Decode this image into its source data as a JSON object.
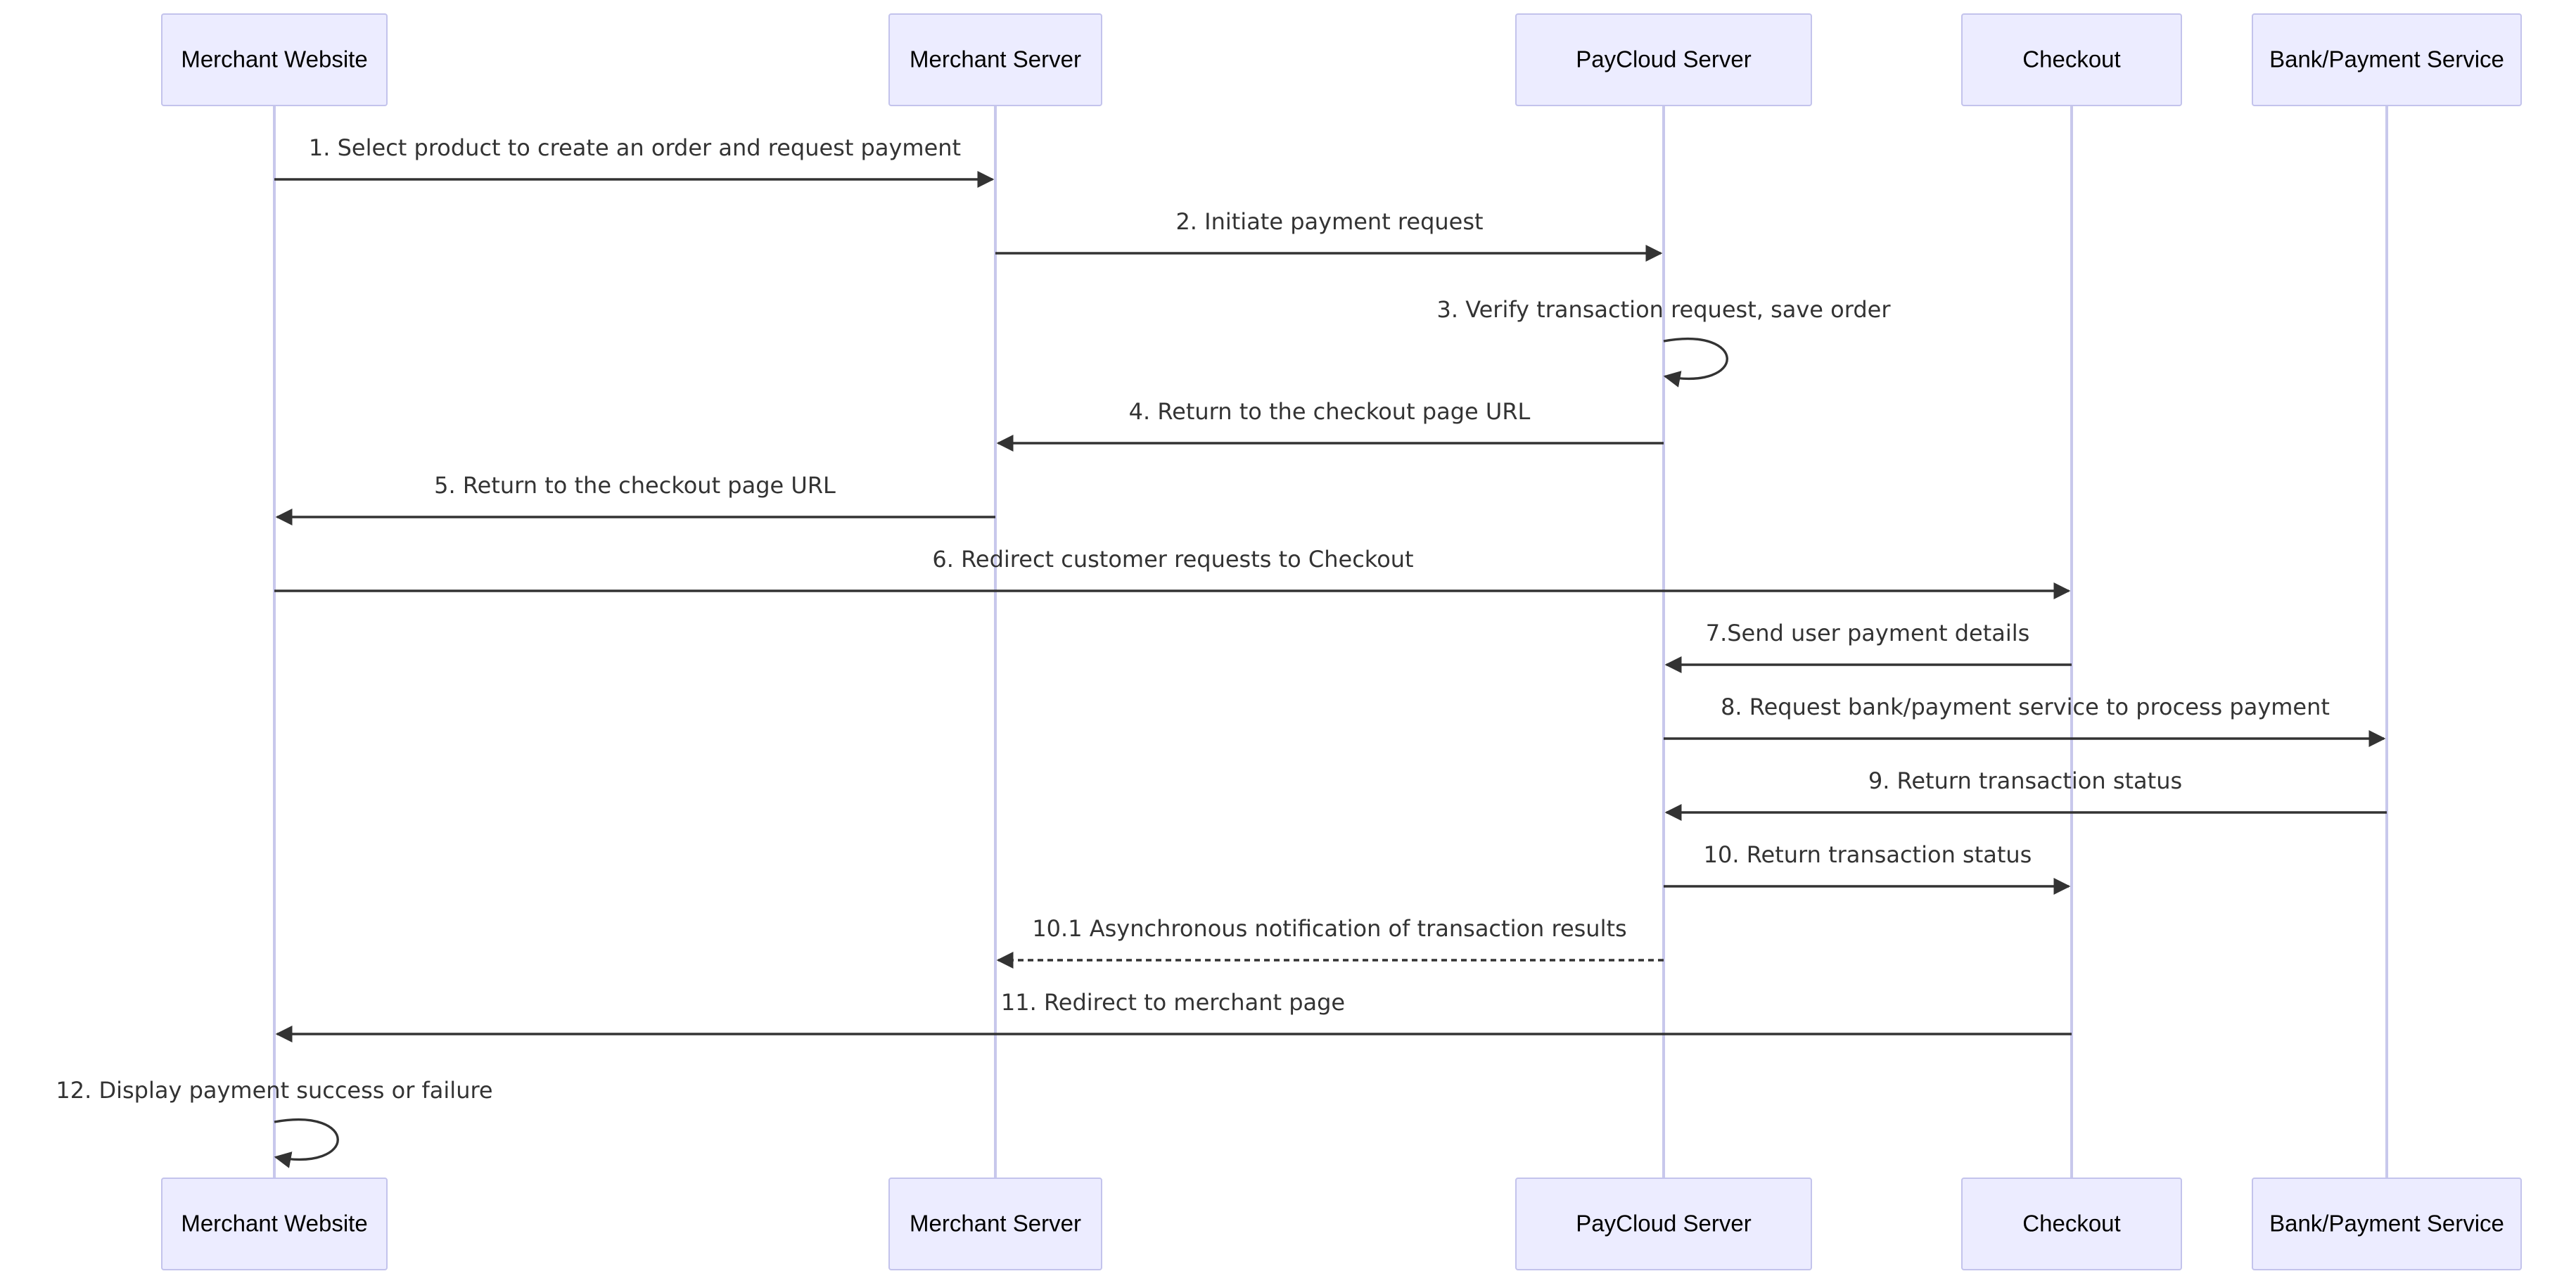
{
  "diagram": {
    "type": "sequence",
    "participants": [
      {
        "id": "merchant-website",
        "label": "Merchant Website"
      },
      {
        "id": "merchant-server",
        "label": "Merchant Server"
      },
      {
        "id": "paycloud-server",
        "label": "PayCloud Server"
      },
      {
        "id": "checkout",
        "label": "Checkout"
      },
      {
        "id": "bank",
        "label": "Bank/Payment Service"
      }
    ],
    "messages": [
      {
        "from": 0,
        "to": 1,
        "label": "1. Select product to create an order and request payment",
        "style": "solid"
      },
      {
        "from": 1,
        "to": 2,
        "label": "2. Initiate payment request",
        "style": "solid"
      },
      {
        "from": 2,
        "to": 2,
        "label": "3. Verify transaction request, save order",
        "style": "solid"
      },
      {
        "from": 2,
        "to": 1,
        "label": "4. Return to the checkout page URL",
        "style": "solid"
      },
      {
        "from": 1,
        "to": 0,
        "label": "5. Return to the checkout page URL",
        "style": "solid"
      },
      {
        "from": 0,
        "to": 3,
        "label": "6. Redirect customer requests to Checkout",
        "style": "solid"
      },
      {
        "from": 3,
        "to": 2,
        "label": "7.Send user payment details",
        "style": "solid"
      },
      {
        "from": 2,
        "to": 4,
        "label": "8. Request bank/payment service to process payment",
        "style": "solid"
      },
      {
        "from": 4,
        "to": 2,
        "label": "9. Return transaction status",
        "style": "solid"
      },
      {
        "from": 2,
        "to": 3,
        "label": "10. Return transaction status",
        "style": "solid"
      },
      {
        "from": 2,
        "to": 1,
        "label": "10.1 Asynchronous notification of transaction results",
        "style": "dashed"
      },
      {
        "from": 3,
        "to": 0,
        "label": "11. Redirect to merchant page",
        "style": "solid"
      },
      {
        "from": 0,
        "to": 0,
        "label": "12. Display payment success or failure",
        "style": "solid"
      }
    ]
  },
  "colors": {
    "actor_fill": "#ECECFF",
    "actor_stroke": "#C3C3EC",
    "lifeline": "#C8C8EC",
    "message": "#333333"
  }
}
